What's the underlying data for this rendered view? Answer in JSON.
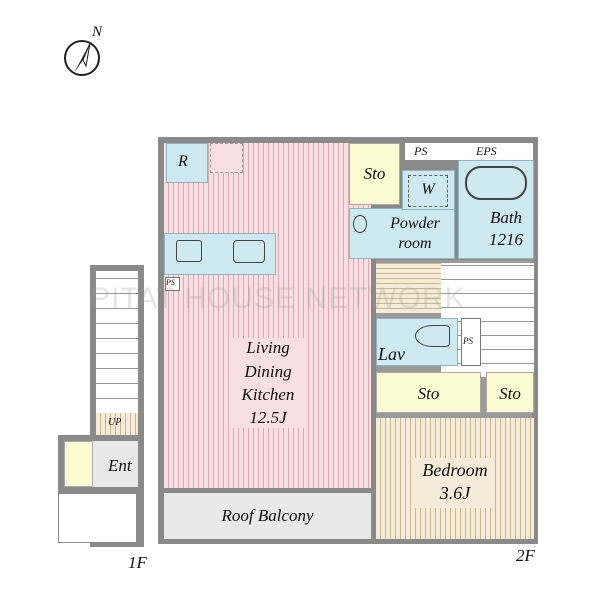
{
  "compass": {
    "label": "N"
  },
  "watermark": "PITAT HOUSE NETWORK",
  "floors": {
    "first": "1F",
    "second": "2F"
  },
  "rooms": {
    "ldk": {
      "name_lines": [
        "Living",
        "Dining",
        "Kitchen"
      ],
      "size": "12.5J"
    },
    "refrigerator": "R",
    "ps_kitchen": "PS",
    "storage_top": "Sto",
    "ps_top": "PS",
    "eps": "EPS",
    "washer": "W",
    "powder_room": [
      "Powder",
      "room"
    ],
    "bath": [
      "Bath",
      "1216"
    ],
    "lavatory": "Lav",
    "ps_lav": "PS",
    "storage_mid": "Sto",
    "storage_right": "Sto",
    "bedroom": {
      "name": "Bedroom",
      "size": "3.6J"
    },
    "roof_balcony": "Roof Balcony",
    "entrance": "Ent",
    "up": "UP"
  }
}
